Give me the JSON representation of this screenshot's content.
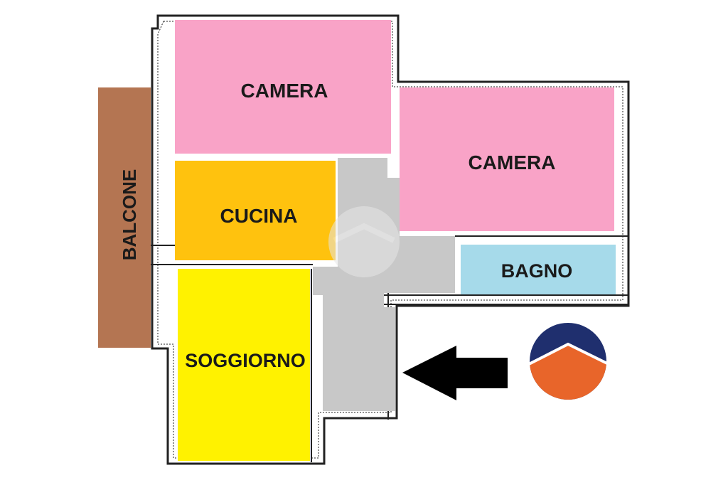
{
  "rooms": {
    "camera_1": {
      "label": "CAMERA",
      "color": "#F9A3C7"
    },
    "camera_2": {
      "label": "CAMERA",
      "color": "#F9A3C7"
    },
    "cucina": {
      "label": "CUCINA",
      "color": "#FFC20E"
    },
    "soggiorno": {
      "label": "SOGGIORNO",
      "color": "#FFF200"
    },
    "bagno": {
      "label": "BAGNO",
      "color": "#A6DAEA"
    },
    "balcone": {
      "label": "BALCONE",
      "color": "#B47552"
    },
    "corridoio": {
      "color": "#C8C8C8"
    }
  },
  "entrance_arrow": {
    "icon": "entrance-arrow-icon",
    "color": "#000000"
  },
  "logo": {
    "icon": "logo-badge-icon",
    "colors": {
      "top": "#1F2F6E",
      "bottom": "#E8652A"
    }
  },
  "watermark": {
    "icon": "watermark-logo-icon"
  }
}
